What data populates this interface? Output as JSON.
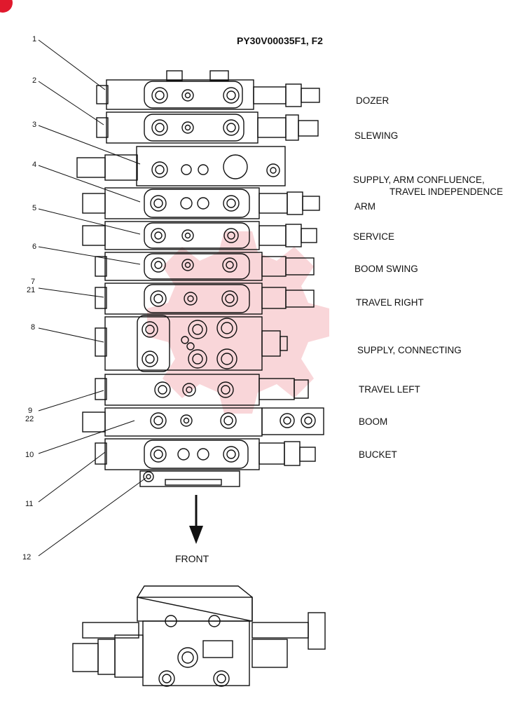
{
  "part_number": "PY30V00035F1, F2",
  "direction_label": "FRONT",
  "callout_numbers": [
    "1",
    "2",
    "3",
    "4",
    "5",
    "6",
    "7",
    "21",
    "8",
    "9",
    "22",
    "10",
    "11",
    "12"
  ],
  "sections": [
    {
      "id": "dozer",
      "label": "DOZER"
    },
    {
      "id": "slewing",
      "label": "SLEWING"
    },
    {
      "id": "supply-arm",
      "label": "SUPPLY, ARM CONFLUENCE,",
      "label2": "TRAVEL INDEPENDENCE"
    },
    {
      "id": "arm",
      "label": "ARM"
    },
    {
      "id": "service",
      "label": "SERVICE"
    },
    {
      "id": "boom-swing",
      "label": "BOOM SWING"
    },
    {
      "id": "travel-right",
      "label": "TRAVEL RIGHT"
    },
    {
      "id": "supply-connecting",
      "label": "SUPPLY, CONNECTING"
    },
    {
      "id": "travel-left",
      "label": "TRAVEL LEFT"
    },
    {
      "id": "boom",
      "label": "BOOM"
    },
    {
      "id": "bucket",
      "label": "BUCKET"
    }
  ]
}
